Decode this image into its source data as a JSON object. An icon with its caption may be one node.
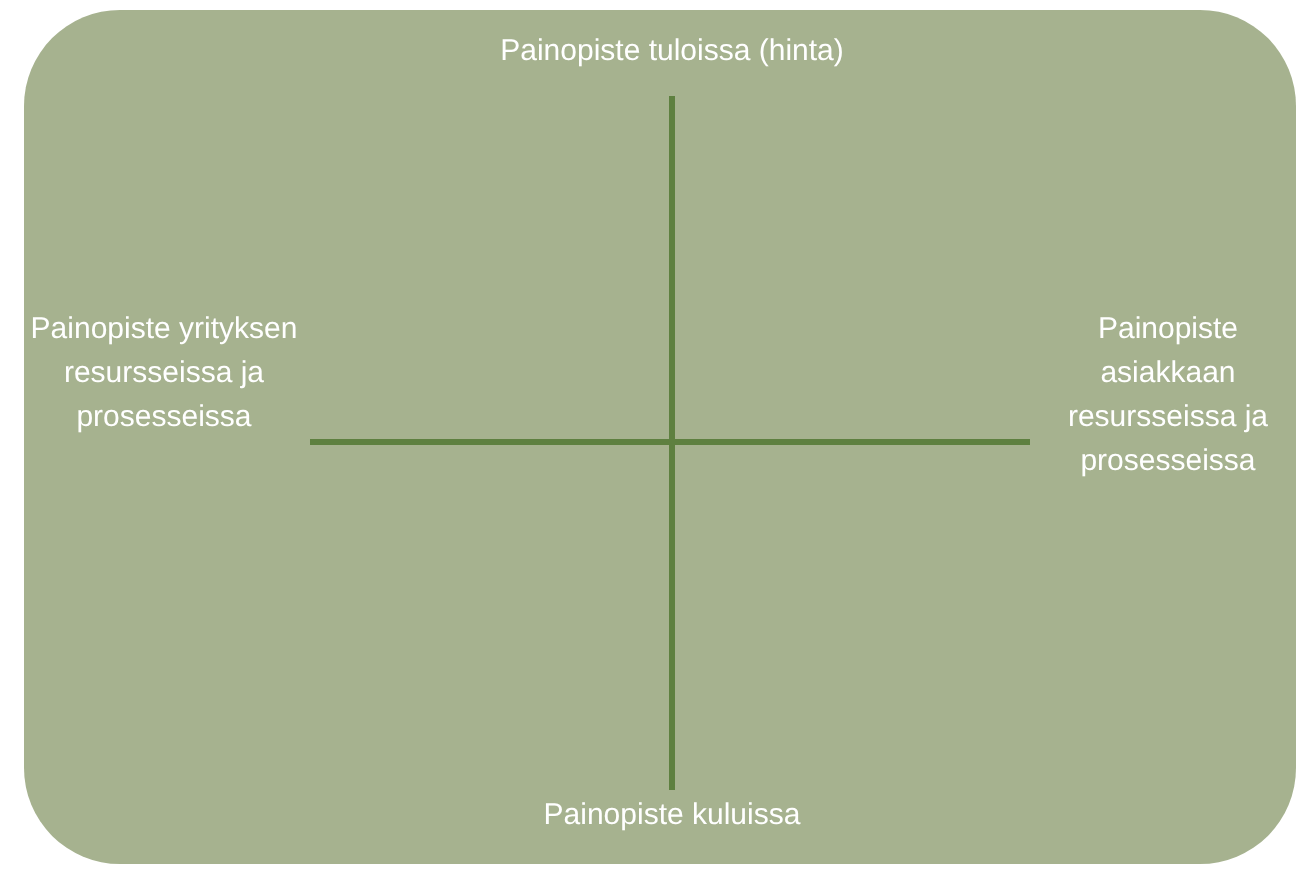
{
  "diagram": {
    "nodes": [
      {
        "text": [
          "Painopiste tuloissa (hinta)",
          "Painopiste yrityksen resursseissa ja prosesseissa",
          "Painopiste asiakkaan resursseissa ja prosesseissa",
          "Painopiste kuluissa"
        ]
      }
    ]
  }
}
